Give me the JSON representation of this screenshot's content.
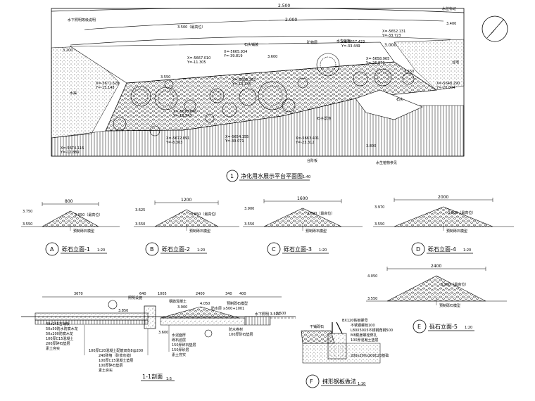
{
  "plan": {
    "title_number": "1",
    "title": "净化用水展示平台平面图",
    "title_scale": "1:40",
    "dims": {
      "top": "2.500",
      "second": "2.000",
      "mid": "3.000"
    },
    "elevations": {
      "e1": "3.500（最高位）",
      "e2": "3.200",
      "e3": "3.550",
      "e4": "3.400",
      "e5": "3.550",
      "e6": "3.800",
      "e7": "3.600"
    },
    "notes": {
      "n1": "水下照明等级说明",
      "n2": "石头铺装",
      "n3": "水渠",
      "n4": "台地",
      "n5": "石子滤池",
      "n6": "矿物层",
      "n7": "水位标记",
      "n8": "水生植物",
      "n9": "台阶板",
      "n10": "水生植物参见",
      "n11": "石头"
    },
    "coords": [
      "X=-5671.628",
      "Y=-15.148",
      "X=-5667.010",
      "Y=-11.305",
      "X=-5665.934",
      "Y=-39.819",
      "X=-5657.423",
      "Y=-33.449",
      "X=-5652.131",
      "Y=-33.723",
      "X=-5658.965",
      "Y=-26.870",
      "X=-5670.046",
      "Y=-18.543",
      "X=-5668.362",
      "Y=-13.245",
      "X=-5672.891",
      "Y=-8.363",
      "X=-5654.155",
      "Y=-30.071",
      "X=-5663.401",
      "Y=-23.312",
      "X=-5648.290",
      "Y=-20.004",
      "X=-5674.116",
      "Y=-12.889"
    ]
  },
  "elevations": [
    {
      "letter": "A",
      "title": "砾石立面-1",
      "scale": "1:20",
      "width": "800",
      "top": "3.850（最高位）",
      "left_top": "3.750",
      "base": "3.550",
      "note": "预制砾石模型"
    },
    {
      "letter": "B",
      "title": "砾石立面-2",
      "scale": "1:20",
      "width": "1200",
      "top": "3.850（最高位）",
      "left_top": "3.625",
      "base": "3.550",
      "note": "预制砾石模型"
    },
    {
      "letter": "C",
      "title": "砾石立面-3",
      "scale": "1:20",
      "width": "1600",
      "top": "3.800（最高位）",
      "left_top": "3.900",
      "base": "3.550",
      "note": "预制砾石模型"
    },
    {
      "letter": "D",
      "title": "砾石立面-4",
      "scale": "1:20",
      "width": "2000",
      "top": "3.800（最高位）",
      "left_top": "3.970",
      "base": "3.550",
      "note": "预制砾石模型"
    },
    {
      "letter": "E",
      "title": "砾石立面-5",
      "scale": "1:20",
      "width": "2400",
      "top": "3.900（最高位）",
      "left_top": "4.050",
      "base": "3.550",
      "note": "预制砾石模型"
    }
  ],
  "section": {
    "title": "1-1剖面",
    "scale": "1:5",
    "dims": [
      "3670",
      "640",
      "1005",
      "2400",
      "340",
      "400"
    ],
    "elevations": {
      "a": "3.850",
      "b": "3.600",
      "c": "3.900",
      "d": "4.050",
      "e": "3.500"
    },
    "left_layers": [
      "40x145吉铺板",
      "50x50防水防腐木龙",
      "50x200防腐木龙",
      "100厚C15混凝土",
      "200厚碎石垫层",
      "素土夯实"
    ],
    "mid_layers": [
      "100厚C20混凝土配筋双向8@200",
      "240砖墙（砂浆灰缝）",
      "100厚C15混凝土垫层",
      "100厚碎石垫层",
      "素土夯实"
    ],
    "right_layers": [
      "水泥面厚",
      "砾石滤层",
      "150厚碎石垫层",
      "150厚砂层",
      "素土夯实"
    ],
    "right_notes": [
      "预制砾石模型",
      "防水层 ≥500+1001",
      "水下照明 3.500",
      "防水卷材",
      "100厚砂石垫层"
    ],
    "left_note_top": "钢筋混凝土",
    "side_note": "照明设施"
  },
  "detail_f": {
    "letter": "F",
    "title": "抹形钢板做法",
    "scale": "1:10",
    "notes": [
      "BX120铁板螺母",
      "不锈钢螺栓100",
      "L80X50X5不锈钢角钢500",
      "M8膨胀螺栓穿孔",
      "100厚混凝土垫层",
      "200x200x200C20基础"
    ],
    "left_note": "干铺砾石"
  }
}
